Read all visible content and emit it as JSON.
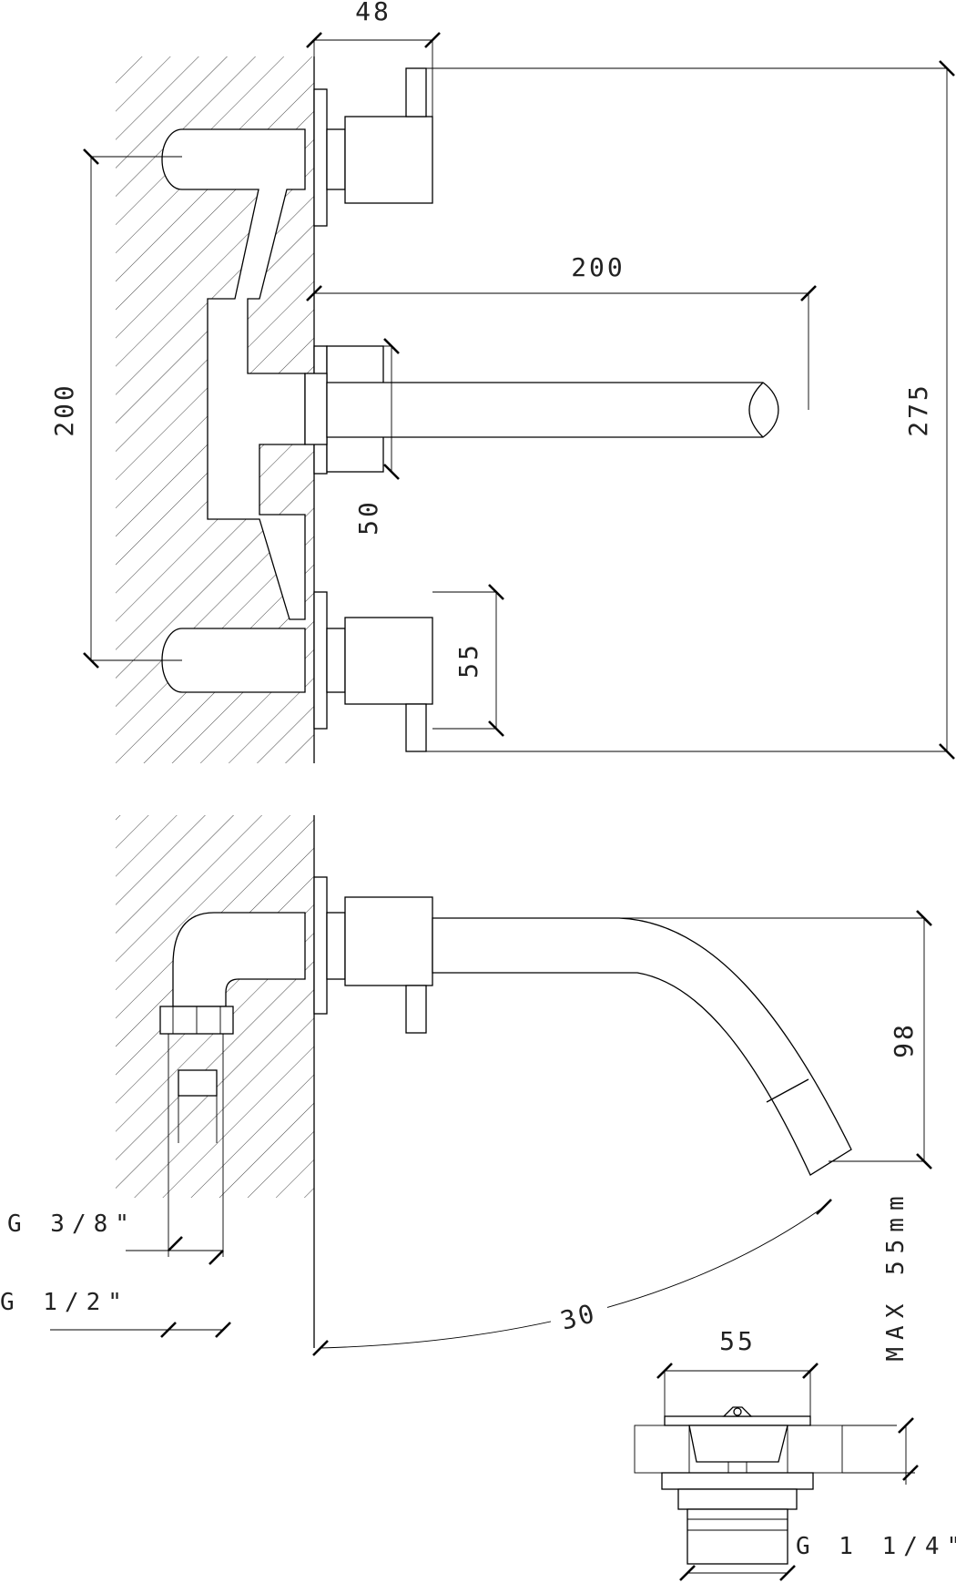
{
  "front_view": {
    "dims": {
      "top_width": "48",
      "spout_length": "200",
      "height_total": "275",
      "valve_spacing": "200",
      "spout_diameter": "50",
      "handle_size": "55"
    }
  },
  "side_view": {
    "dims": {
      "spout_drop": "98",
      "reach": "30"
    },
    "connections": {
      "inner": "G 3/8\"",
      "outer": "G 1/2\""
    }
  },
  "drain_detail": {
    "dims": {
      "width": "55",
      "max_thickness": "MAX 55mm"
    },
    "thread": "G 1 1/4\""
  }
}
